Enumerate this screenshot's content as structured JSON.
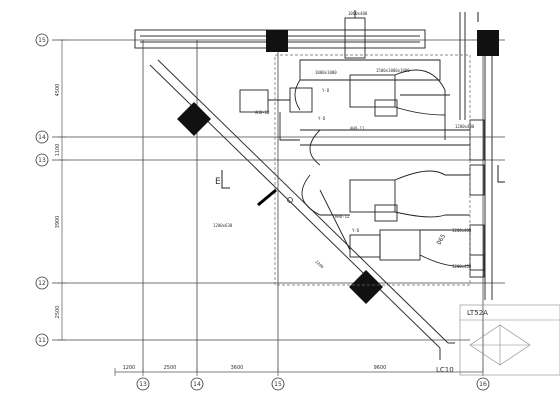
{
  "drawing": {
    "grid_left_labels": [
      "15",
      "14",
      "13",
      "12",
      "11"
    ],
    "grid_bottom_labels": [
      "13",
      "14",
      "15",
      "16"
    ],
    "dims_left": [
      "4500",
      "1100",
      "3900",
      "2500"
    ],
    "dims_bottom": [
      "1200",
      "2500",
      "3600",
      "9600"
    ],
    "equipment_labels": [
      "AHU-11",
      "AHU-12",
      "AHU-10"
    ],
    "room_tags": [
      "LC10",
      "LT52A"
    ],
    "annotations": {
      "duct_top": "1000x400",
      "duct_mid": "1500x1000x1000",
      "duct_low": "1000x1000",
      "grille_right": "1200x400",
      "grille_right2": "1200x400",
      "grille_right3": "1200x400",
      "diag_note": "1200x630",
      "diag_len": "2200",
      "tag_a": "Y-D",
      "tag_b": "Y-D",
      "tag_c": "Y-D",
      "e_mark": "E",
      "circle_mark": "D65"
    }
  }
}
